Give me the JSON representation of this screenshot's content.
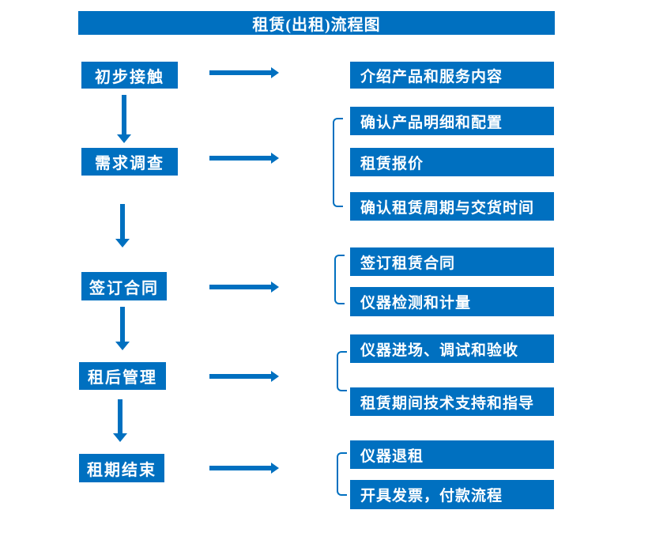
{
  "title": "租赁(出租)流程图",
  "colors": {
    "primary": "#0070C0",
    "text-on-primary": "#FFFFFF",
    "page-bg": "#FFFFFF"
  },
  "flow": {
    "rows": [
      {
        "step": "初步接触",
        "details": [
          "介绍产品和服务内容"
        ]
      },
      {
        "step": "需求调查",
        "details": [
          "确认产品明细和配置",
          "租赁报价",
          "确认租赁周期与交货时间"
        ]
      },
      {
        "step": "签订合同",
        "details": [
          "签订租赁合同",
          "仪器检测和计量"
        ]
      },
      {
        "step": "租后管理",
        "details": [
          "仪器进场、调试和验收",
          "租赁期间技术支持和指导"
        ]
      },
      {
        "step": "租期结束",
        "details": [
          "仪器退租",
          "开具发票，付款流程"
        ]
      }
    ]
  }
}
